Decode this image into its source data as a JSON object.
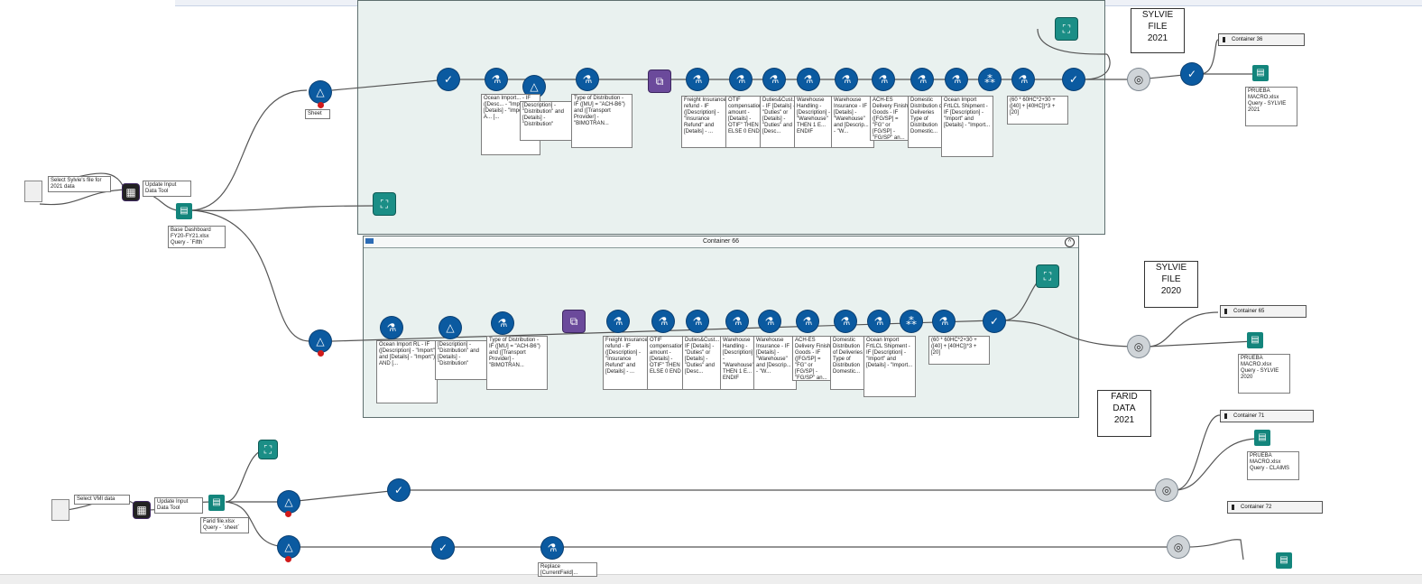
{
  "containers": {
    "c_top": {
      "title": ""
    },
    "c66": {
      "title": "Container 66"
    },
    "c36": {
      "title": "Container 36"
    },
    "c65": {
      "title": "Container 65"
    },
    "c71": {
      "title": "Container 71"
    },
    "c72": {
      "title": "Container 72"
    }
  },
  "labels": {
    "select_sylvie": "Select Sylvie's file for 2021 data",
    "update_input_1": "Update Input Data Tool",
    "base_dashboard": "Base Dashboard FY20-FY21.xlsx Query - `Fifth`",
    "sheet": "Sheet",
    "select_vmi": "Select VMI data",
    "update_input_2": "Update Input Data Tool",
    "farid_file": "Farid file.xlsx Query - `sheet`"
  },
  "textboxes": {
    "sylvie2021": "SYLVIE\nFILE\n2021",
    "sylvie2020": "SYLVIE\nFILE\n2020",
    "farid2021": "FARID\nDATA\n2021"
  },
  "notes_top": {
    "n1": "Ocean Import... - IF ([Desc... - \"Import\" ... [Details] - \"Import\") A... [...",
    "n2": "[Description] - \"Distribution\" and [Details] - \"Distribution\"",
    "n3": "Type of Distribution - IF ([MU] = \"ACH-B6\") and ([Transport Provider] - \"BIMOTRAN...",
    "n4": "Freight Insurance refund - IF ([Description] - \"Insurance Refund\" and [Details] - ...",
    "n5": "OTIF compensation amount - [Details] - OTIF\" THEN ELSE 0 END",
    "n6": "Duties&Cust... - IF [Details] - \"Duties\" or [Details] - \"Duties\" and [Desc...",
    "n7": "Warehouse Handling - [Description] - \"Warehouse\" THEN 1 E... ENDIF",
    "n8": "Warehouse Insurance - IF [Details] - \"Warehouse\" and [Descrip... - \"W...",
    "n9": "ACH-ES Delivery Finish Goods - IF ([FG/SP] = \"FG\" or [FG/SP] - \"FG/SP\" an...",
    "n10": "Domestic Distribution of Deliveries Type of Distribution Domestic...",
    "n11": "Ocean Import FrtLCL Shipment - IF [Description] - \"Import\" and [Details] - \"Import...",
    "n12": "(60 * 60HC*2+30 + ([40] + [40HC])*3 + [20]"
  },
  "notes_mid": {
    "n1": "Ocean Import RL - IF ([Description] - \"Import\" and [Details] - \"Import\") AND [...",
    "n2": "[Description] - \"Distribution\" and [Details] - \"Distribution\"",
    "n3": "Type of Distribution - IF ([MU] = \"ACH-B6\") and ([Transport Provider] - \"BIMOTRAN...",
    "n4": "Freight Insurance refund - IF ([Description] - \"Insurance Refund\" and [Details] - ...",
    "n5": "OTIF compensation amount - [Details] - OTIF\" THEN ELSE 0 END",
    "n6": "Duties&Cust... - IF [Details] - \"Duties\" or [Details] - \"Duties\" and [Desc...",
    "n7": "Warehouse Handling - [Description] - \"Warehouse\" THEN 1 E... ENDIF",
    "n8": "Warehouse Insurance - IF [Details] - \"Warehouse\" and [Descrip... - \"W...",
    "n9": "ACH-ES Delivery Finish Goods - IF ([FG/SP] = \"FG\" or [FG/SP] - \"FG/SP\" an...",
    "n10": "Domestic Distribution of Deliveries Type of Distribution Domestic...",
    "n11": "Ocean Import FrtLCL Shipment - IF [Description] - \"Import\" and [Details] - \"Import...",
    "n12": "(60 * 60HC*2+30 + ([40] + [40HC])*3 + [20]"
  },
  "outputs": {
    "o1": "PRUEBA MACRO.xlsx Query - SYLVIE 2021",
    "o2": "PRUEBA MACRO.xlsx Query - SYLVIE 2020",
    "o3": "PRUEBA MACRO.xlsx Query - CLAIMS"
  },
  "replace_note": "Replace [CurrentField]..."
}
